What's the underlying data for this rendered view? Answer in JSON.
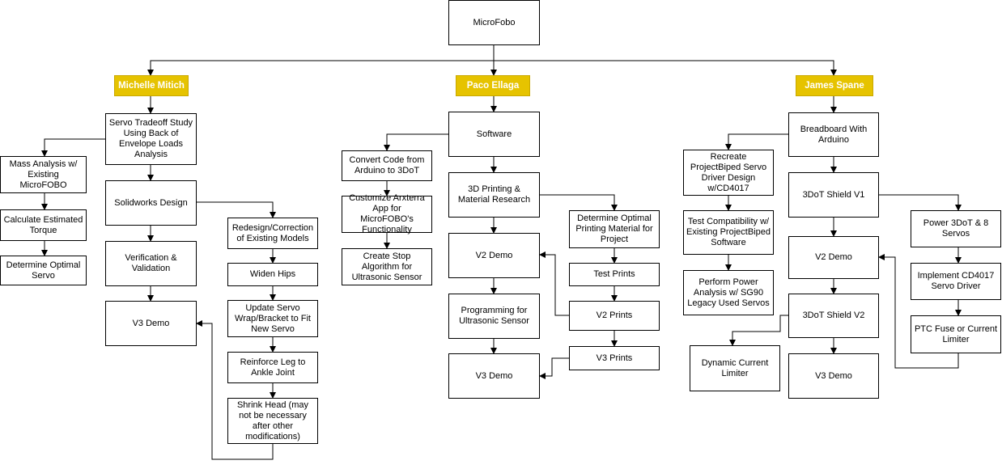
{
  "nodes": {
    "root": "MicroFobo",
    "michelle": "Michelle Mitich",
    "paco": "Paco Ellaga",
    "james": "James Spane",
    "servo_tradeoff": "Servo Tradeoff Study Using Back of Envelope Loads Analysis",
    "mass_analysis": "Mass Analysis w/ Existing MicroFOBO",
    "calc_torque": "Calculate Estimated Torque",
    "optimal_servo": "Determine Optimal Servo",
    "solidworks": "Solidworks Design",
    "verification": "Verification & Validation",
    "v3_demo_m": "V3 Demo",
    "redesign": "Redesign/Correction of Existing Models",
    "widen_hips": "Widen Hips",
    "update_servo": "Update Servo Wrap/Bracket to Fit New Servo",
    "reinforce_leg": "Reinforce Leg to Ankle Joint",
    "shrink_head": "Shrink Head (may not be necessary after other modifications)",
    "software": "Software",
    "convert_code": "Convert Code from Arduino to 3DoT",
    "customize_app": "Customize Arxterra App for MicroFOBO's Functionality",
    "stop_algorithm": "Create Stop Algorithm for Ultrasonic Sensor",
    "printing_research": "3D Printing & Material Research",
    "v2_demo_p": "V2 Demo",
    "programming": "Programming for Ultrasonic Sensor",
    "v3_demo_p": "V3 Demo",
    "optimal_material": "Determine Optimal Printing Material for Project",
    "test_prints": "Test Prints",
    "v2_prints": "V2 Prints",
    "v3_prints": "V3 Prints",
    "breadboard": "Breadboard With Arduino",
    "recreate": "Recreate ProjectBiped Servo Driver Design w/CD4017",
    "test_compat": "Test Compatibility w/ Existing ProjectBiped Software",
    "power_analysis": "Perform Power Analysis w/ SG90 Legacy Used Servos",
    "shield_v1": "3DoT Shield V1",
    "v2_demo_j": "V2 Demo",
    "shield_v2": "3DoT Shield V2",
    "dynamic_limiter": "Dynamic Current Limiter",
    "v3_demo_j": "V3 Demo",
    "power_servos": "Power 3DoT & 8 Servos",
    "implement_cd4017": "Implement CD4017 Servo Driver",
    "ptc_fuse": "PTC Fuse or Current Limiter"
  },
  "colors": {
    "header_fill": "#e6c300",
    "header_text": "#ffffff",
    "box_border": "#000000",
    "connector": "#000000"
  }
}
